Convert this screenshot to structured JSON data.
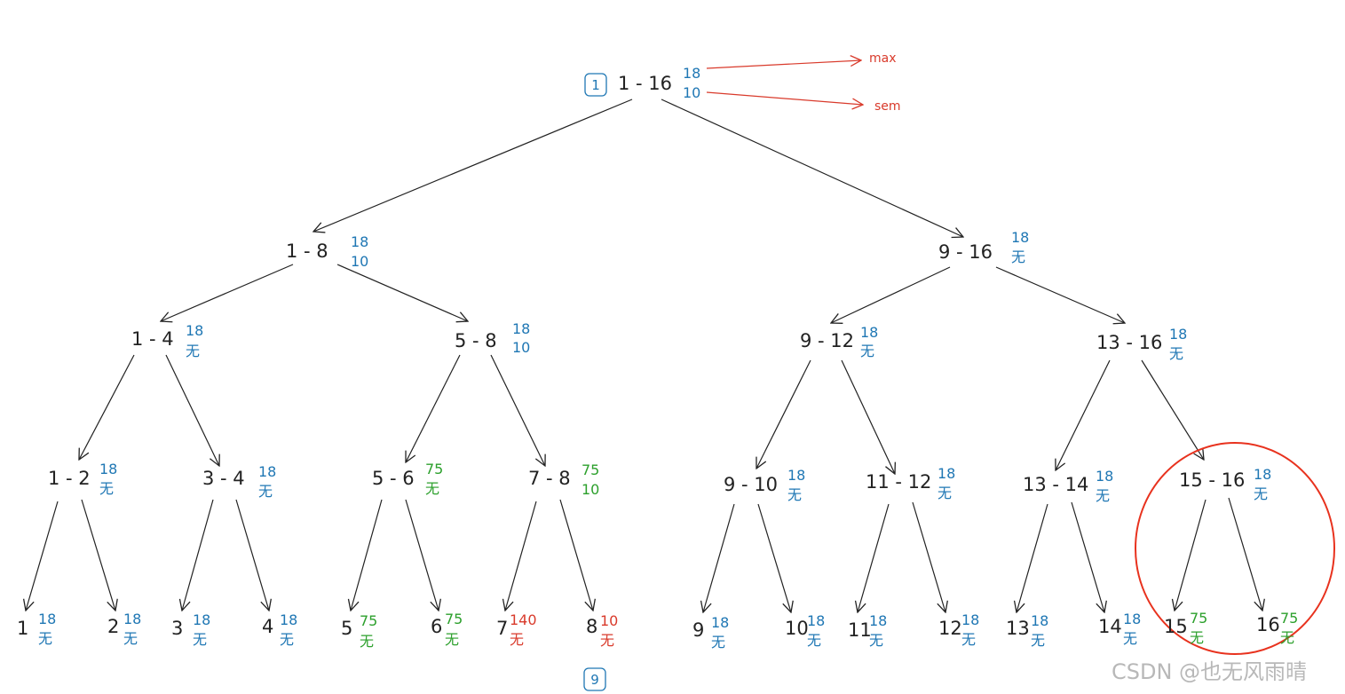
{
  "colors": {
    "blue": "#1f77b4",
    "green": "#2ca02c",
    "red": "#d93a2b",
    "line": "#222222"
  },
  "nodes": [
    {
      "label": "1 - 16",
      "max": "18",
      "sem": "10",
      "maxColor": "blue",
      "semColor": "blue"
    },
    {
      "label": "1 - 8",
      "max": "18",
      "sem": "10",
      "maxColor": "blue",
      "semColor": "blue"
    },
    {
      "label": "9 - 16",
      "max": "18",
      "sem": "无",
      "maxColor": "blue",
      "semColor": "blue"
    },
    {
      "label": "1 - 4",
      "max": "18",
      "sem": "无",
      "maxColor": "blue",
      "semColor": "blue"
    },
    {
      "label": "5 - 8",
      "max": "18",
      "sem": "10",
      "maxColor": "blue",
      "semColor": "blue"
    },
    {
      "label": "9 - 12",
      "max": "18",
      "sem": "无",
      "maxColor": "blue",
      "semColor": "blue"
    },
    {
      "label": "13 - 16",
      "max": "18",
      "sem": "无",
      "maxColor": "blue",
      "semColor": "blue"
    },
    {
      "label": "1 - 2",
      "max": "18",
      "sem": "无",
      "maxColor": "blue",
      "semColor": "blue"
    },
    {
      "label": "3 - 4",
      "max": "18",
      "sem": "无",
      "maxColor": "blue",
      "semColor": "blue"
    },
    {
      "label": "5 - 6",
      "max": "75",
      "sem": "无",
      "maxColor": "green",
      "semColor": "green"
    },
    {
      "label": "7 - 8",
      "max": "75",
      "sem": "10",
      "maxColor": "green",
      "semColor": "green"
    },
    {
      "label": "9 - 10",
      "max": "18",
      "sem": "无",
      "maxColor": "blue",
      "semColor": "blue"
    },
    {
      "label": "11 - 12",
      "max": "18",
      "sem": "无",
      "maxColor": "blue",
      "semColor": "blue"
    },
    {
      "label": "13 - 14",
      "max": "18",
      "sem": "无",
      "maxColor": "blue",
      "semColor": "blue"
    },
    {
      "label": "15 - 16",
      "max": "18",
      "sem": "无",
      "maxColor": "blue",
      "semColor": "blue"
    },
    {
      "label": "1",
      "max": "18",
      "sem": "无",
      "maxColor": "blue",
      "semColor": "blue"
    },
    {
      "label": "2",
      "max": "18",
      "sem": "无",
      "maxColor": "blue",
      "semColor": "blue"
    },
    {
      "label": "3",
      "max": "18",
      "sem": "无",
      "maxColor": "blue",
      "semColor": "blue"
    },
    {
      "label": "4",
      "max": "18",
      "sem": "无",
      "maxColor": "blue",
      "semColor": "blue"
    },
    {
      "label": "5",
      "max": "75",
      "sem": "无",
      "maxColor": "green",
      "semColor": "green"
    },
    {
      "label": "6",
      "max": "75",
      "sem": "无",
      "maxColor": "green",
      "semColor": "green"
    },
    {
      "label": "7",
      "max": "140",
      "sem": "无",
      "maxColor": "red",
      "semColor": "red"
    },
    {
      "label": "8",
      "max": "10",
      "sem": "无",
      "maxColor": "red",
      "semColor": "red"
    },
    {
      "label": "9",
      "max": "18",
      "sem": "无",
      "maxColor": "blue",
      "semColor": "blue"
    },
    {
      "label": "10",
      "max": "18",
      "sem": "无",
      "maxColor": "blue",
      "semColor": "blue"
    },
    {
      "label": "11",
      "max": "18",
      "sem": "无",
      "maxColor": "blue",
      "semColor": "blue"
    },
    {
      "label": "12",
      "max": "18",
      "sem": "无",
      "maxColor": "blue",
      "semColor": "blue"
    },
    {
      "label": "13",
      "max": "18",
      "sem": "无",
      "maxColor": "blue",
      "semColor": "blue"
    },
    {
      "label": "14",
      "max": "18",
      "sem": "无",
      "maxColor": "blue",
      "semColor": "blue"
    },
    {
      "label": "15",
      "max": "75",
      "sem": "无",
      "maxColor": "green",
      "semColor": "green"
    },
    {
      "label": "16",
      "max": "75",
      "sem": "无",
      "maxColor": "green",
      "semColor": "green"
    }
  ],
  "annotations": {
    "max": "max",
    "sem": "sem"
  },
  "badges": {
    "top": "1",
    "bottom": "9"
  },
  "watermark": "CSDN @也无风雨晴"
}
